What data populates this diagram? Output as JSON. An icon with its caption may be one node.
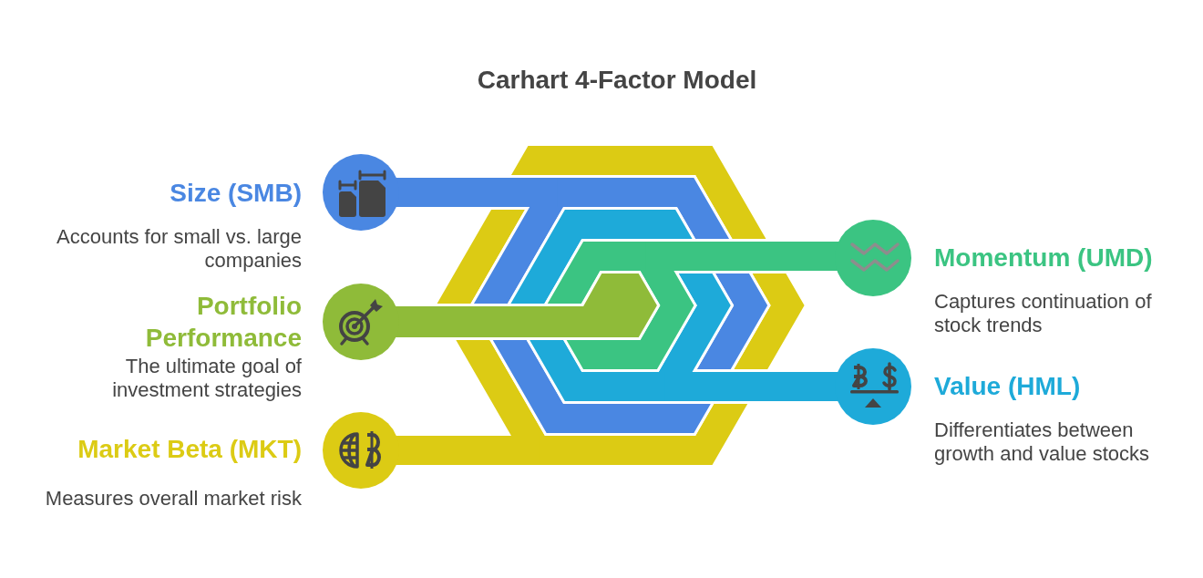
{
  "diagram": {
    "title": "Carhart 4-Factor Model",
    "nodes": [
      {
        "text": [
          "Size (SMB)",
          "Accounts for small vs. large companies"
        ]
      },
      {
        "text": [
          "Momentum (UMD)",
          "Captures continuation of stock trends"
        ]
      },
      {
        "text": [
          "Portfolio Performance",
          "The ultimate goal of investment strategies"
        ]
      },
      {
        "text": [
          "Value (HML)",
          "Differentiates between growth and value stocks"
        ]
      },
      {
        "text": [
          "Market Beta (MKT)",
          "Measures overall market risk"
        ]
      }
    ]
  }
}
